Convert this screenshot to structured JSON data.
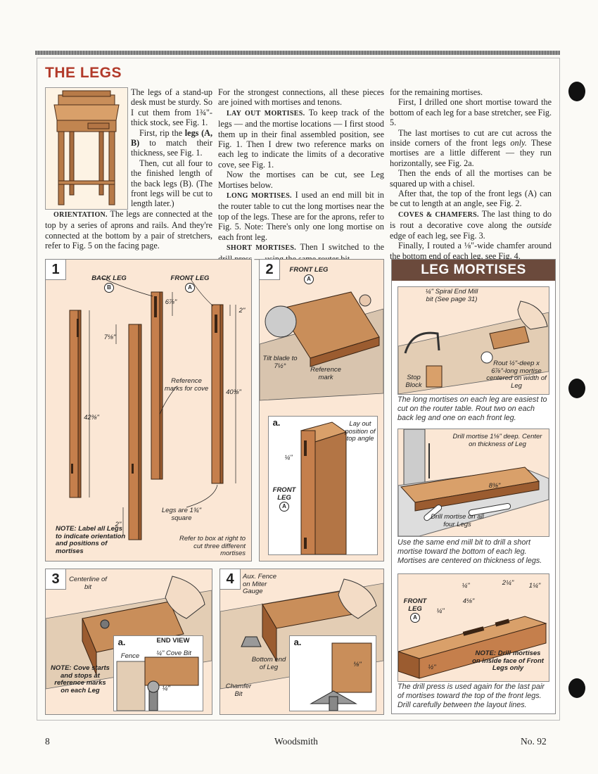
{
  "title": "THE LEGS",
  "col1": {
    "p1_pre": "The legs of a stand-up desk must be sturdy. So I cut them from 1¾\"-thick stock, see Fig. 1.",
    "p2_pre": "First, rip the ",
    "p2_bold": "legs (A, B)",
    "p2_post": " to match their thickness, see Fig. 1.",
    "p3": "Then, cut all four to the finished length of the back legs (B). (The front legs will be cut to length later.)",
    "p4_head": "ORIENTATION.",
    "p4": " The legs are connected at the top by a series of aprons and rails. And they're connected at the bottom by a pair of stretchers, refer to Fig. 5 on the facing page."
  },
  "col2": {
    "p1": "For the strongest connections, all these pieces are joined with mortises and tenons.",
    "p2_head": "LAY OUT MORTISES.",
    "p2": " To keep track of the legs — and the mortise locations — I first stood them up in their final assembled position, see Fig. 1. Then I drew two reference marks on each leg to indicate the limits of a decorative cove, see Fig. 1.",
    "p3": "Now the mortises can be cut, see Leg Mortises below.",
    "p4_head": "LONG MORTISES.",
    "p4": " I used an end mill bit in the router table to cut the long mortises near the top of the legs. These are for the aprons, refer to Fig. 5. Note: There's only one long mortise on each front leg.",
    "p5_head": "SHORT MORTISES.",
    "p5": " Then I switched to the drill press — using the same router bit —"
  },
  "col3": {
    "p1": "for the remaining mortises.",
    "p2": "First, I drilled one short mortise toward the bottom of each leg for a base stretcher, see Fig. 5.",
    "p3_pre": "The last mortises to cut are cut across the inside corners of the front legs ",
    "p3_ital": "only.",
    "p3_post": " These mortises are a little different — they run horizontally, see Fig. 2a.",
    "p4": "Then the ends of all the mortises can be squared up with a chisel.",
    "p5": "After that, the top of the front legs (A) can be cut to length at an angle, see Fig. 2.",
    "p6_head": "COVES & CHAMFERS.",
    "p6_pre": " The last thing to do is rout a decorative cove along the ",
    "p6_ital": "outside",
    "p6_post": " edge of each leg, see Fig. 3.",
    "p7": "Finally, I routed a ⅛\"-wide chamfer around the bottom end of each leg, see Fig. 4."
  },
  "fig1": {
    "num": "1",
    "back_leg": "BACK LEG",
    "back_leg_letter": "B",
    "front_leg": "FRONT LEG",
    "front_leg_letter": "A",
    "dim_678": "6⅞\"",
    "dim_2": "2\"",
    "dim_718": "7⅛\"",
    "dim_4038": "40⅜\"",
    "dim_4238": "42⅜\"",
    "dim_2b": "2\"",
    "ref_marks": "Reference marks for cove",
    "legs_are": "Legs are 1¾\" square",
    "note": "NOTE: Label all Legs to indicate orientation and positions of mortises",
    "refer": "Refer to box at right to cut three different mortises"
  },
  "fig2": {
    "num": "2",
    "front_leg": "FRONT LEG",
    "front_leg_letter": "A",
    "tilt": "Tilt blade to 7½°",
    "ref_mark": "Reference mark",
    "sub": "a.",
    "layout": "Lay out position of top angle",
    "quarter": "¼\"",
    "front_leg2": "FRONT LEG",
    "front_leg2_letter": "A"
  },
  "fig3": {
    "num": "3",
    "centerline": "Centerline of bit",
    "note": "NOTE: Cove starts and stops at reference marks on each Leg",
    "sub": "a.",
    "end_view": "END VIEW",
    "fence": "Fence",
    "cove_bit": "¼\" Cove Bit",
    "quarter": "¼\""
  },
  "fig4": {
    "num": "4",
    "aux": "Aux. Fence on Miter Gauge",
    "bottom_end": "Bottom end of Leg",
    "chamfer": "Chamfer Bit",
    "sub": "a.",
    "eighth": "⅛\""
  },
  "box": {
    "title": "LEG MORTISES",
    "p1_bit": "¼\" Spiral End Mill bit (See page 31)",
    "p1_stop": "Stop Block",
    "p1_rout": "Rout ½\"-deep x 6⅞\"-long mortise centered on width of Leg",
    "cap1": "The long mortises on each leg are easiest to cut on the router table. Rout two on each back leg and one on each front leg.",
    "p2_drill": "Drill mortise 1⅛\" deep. Center on thickness of Leg",
    "p2_dim": "8⅜\"",
    "p2_all": "Drill mortise on all four Legs",
    "cap2": "Use the same end mill bit to drill a short mortise toward the bottom of each leg. Mortises are centered on thickness of legs.",
    "p3_front": "FRONT LEG",
    "p3_front_letter": "A",
    "p3_d1": "¼\"",
    "p3_d2": "2¼\"",
    "p3_d3": "1¼\"",
    "p3_d4": "4⅛\"",
    "p3_d5": "¼\"",
    "p3_d6": "½\"",
    "p3_note": "NOTE: Drill mortises on inside face of Front Legs only",
    "cap3": "The drill press is used again for the last pair of mortises toward the top of the front legs. Drill carefully between the layout lines."
  },
  "footer": {
    "page": "8",
    "mag": "Woodsmith",
    "issue": "No. 92"
  }
}
